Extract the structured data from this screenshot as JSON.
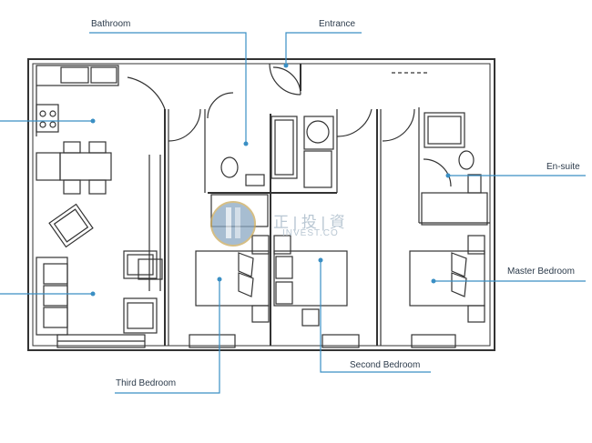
{
  "labels": {
    "bathroom": "Bathroom",
    "entrance": "Entrance",
    "en_suite": "En-suite",
    "master_bedroom": "Master Bedroom",
    "second_bedroom": "Second Bedroom",
    "third_bedroom": "Third Bedroom"
  },
  "watermark": {
    "chinese": "正 | 投 | 資",
    "latin": "INVEST.CO"
  },
  "colors": {
    "wall": "#222222",
    "line": "#555555",
    "leader": "#3a8fc4",
    "watermark": "#8aa8c2"
  }
}
